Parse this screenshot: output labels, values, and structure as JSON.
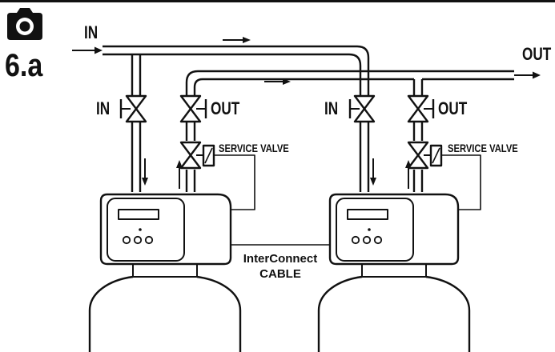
{
  "step": {
    "label": "6.a",
    "icon": "camera-icon"
  },
  "labels": {
    "main_in": "IN",
    "main_out": "OUT",
    "left_in_valve": "IN",
    "left_out_valve": "OUT",
    "left_service_valve": "SERVICE VALVE",
    "right_in_valve": "IN",
    "right_out_valve": "OUT",
    "right_service_valve": "SERVICE VALVE"
  },
  "cable": {
    "line1": "InterConnect",
    "line2": "CABLE"
  },
  "colors": {
    "ink": "#111111",
    "background": "#ffffff"
  }
}
